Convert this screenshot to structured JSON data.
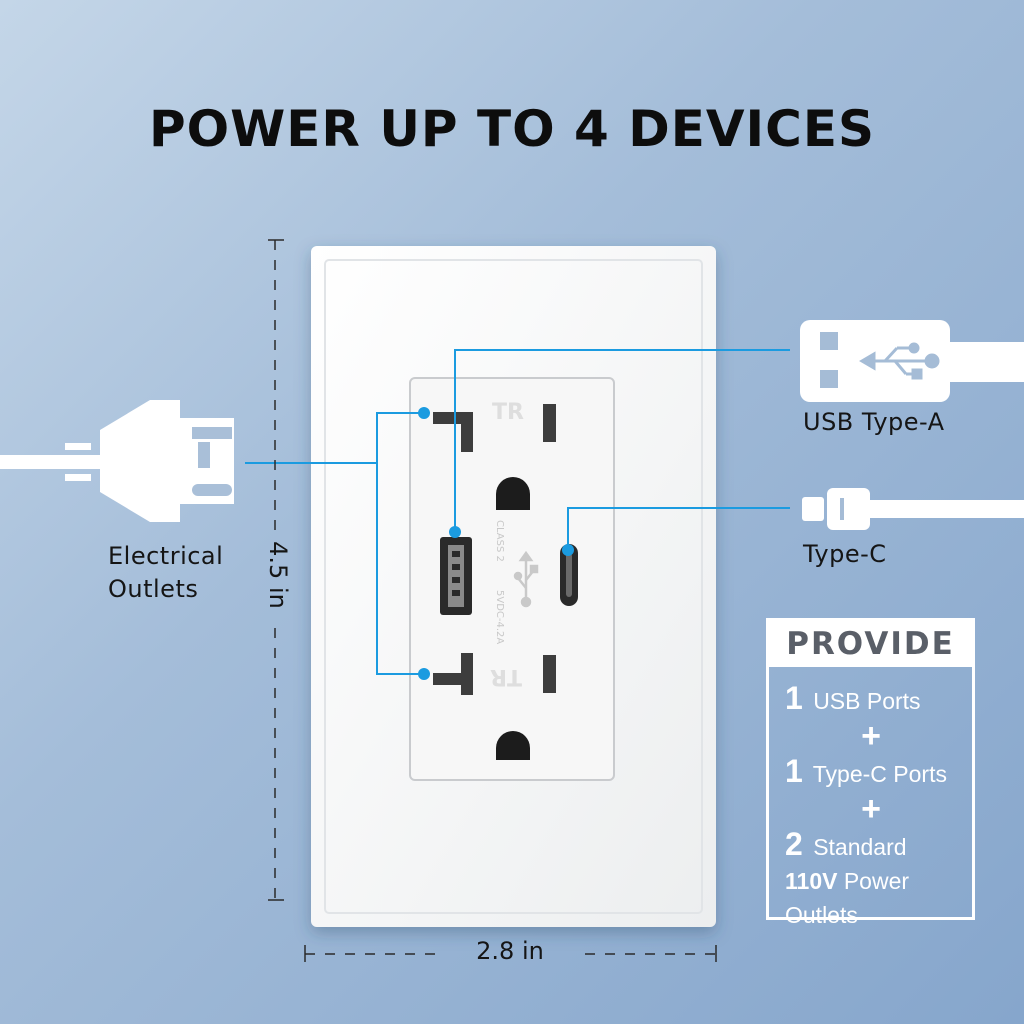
{
  "title": "POWER UP TO 4 DEVICES",
  "labels": {
    "electrical_outlets_line1": "Electrical",
    "electrical_outlets_line2": "Outlets",
    "usb_type_a": "USB Type-A",
    "type_c": "Type-C"
  },
  "dimensions": {
    "height": "4.5 in",
    "width": "2.8 in"
  },
  "receptacle_markings": {
    "tr_top": "TR",
    "tr_bottom": "TR",
    "class": "CLASS 2",
    "rating": "5VDC-4.2A"
  },
  "provide": {
    "heading": "PROVIDE",
    "usb_count": "1",
    "usb_text": "USB Ports",
    "typec_count": "1",
    "typec_text": "Type-C Ports",
    "outlet_count": "2",
    "outlet_text": "Standard",
    "outlet_voltage": "110V",
    "outlet_text2": "Power",
    "outlet_text3": "Outlets",
    "plus": "+"
  },
  "colors": {
    "callout_line": "#1b9be0",
    "background_start": "#c4d6e8",
    "background_end": "#86a6cc"
  },
  "icons": [
    "plug-icon",
    "usb-a-cable-icon",
    "usb-c-cable-icon",
    "usb-symbol-icon"
  ]
}
